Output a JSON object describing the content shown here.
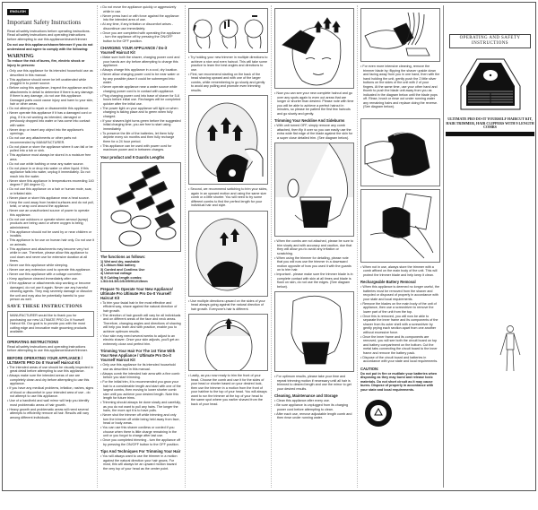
{
  "col1": {
    "lang_badge": "ENGLISH",
    "title": "Important Safety Instructions",
    "intro1": "Read all safety instructions before operating instructions. Read all safety instructions and operating instructions before attempting to use this appliance/shaver/trimmer",
    "intro2": "Do not use this appliance/shaver/trimmer if you do not understand and agree to comply with the following:",
    "warning_title": "WARNING",
    "warning_sub": "To reduce the risk of burns, fire, electric shock or injury to persons:",
    "warnings": [
      "Only use this appliance for its intended household use as described in this manual.",
      "This appliance should never be left unattended while plugged in to power source.",
      "Before using this appliance, inspect the appliance and its attachments in detail to determine if there is any damage. If there is any damage, do not use this appliance. Damaged parts could cause injury and harm to your skin, hair or other areas.",
      "Do not attempt to repair or disassemble this appliance.",
      "Never operate this appliance if it has a damaged cord or plug, if it is not working as intended, damaged or previously dropped into water or has come into contact with water.",
      "Never drop or insert any object into the appliance's openings.",
      "Do not use any attachments or other parts not recommended by MANUFACTURER.",
      "Do not place or store the appliance where it can fall or be pulled into a tub or sink.",
      "This appliance must always be stored in a moisture free area.",
      "Do not use while bathing or near any water source.",
      "Do not place in or drop into water or other liquid. If this appliance falls into water, unplug it immediately. Do not reach into the water.",
      "Never store this appliance in temperatures exceeding 140 degree F (60 degree C).",
      "Do not use this appliance on a hair or human mole, scar, or irritated skin.",
      "Never place or store this appliance near a heat source.",
      "Keep the cord away from heated surfaces and do not pull, twist, or wrap cord around the appliance.",
      "Never use an unauthorized source of power to operate this appliance.",
      "Do not use outdoors or operate where aerosol (spray) products are being used or where oxygen is being administered.",
      "This appliance should not be used by or near children or invalids.",
      "This appliance is for use on human hair only. Do not use it on animals.",
      "This appliance and attachments may become very hot while in use. Therefore, please allow this appliance to cool down and never use for extensive duration at all times.",
      "Never use this appliance while sleeping.",
      "Never use any extension cord to operate this appliance.",
      "Never use this appliance with a voltage converter.",
      "Keep appliance cleaned immediately after use.",
      "If the appliance or attachments stop working or become damaged, do not use it again. Never use any harmful cleaning agents. They may severely damage or dissolve the unit and may also be potentially harmful to your person as well."
    ],
    "save_title": "SAVE THESE INSTRUCTIONS",
    "thanks": "MANUFACTURER would like to thank you for purchasing our new ULTIMATE PRO Do It Yourself Haircut Kit. Our goal is to provide you with the most cutting edge and innovative male grooming products available.",
    "op_title": "OPERATING INSTRUCTIONS",
    "op_text": "Read all safety instructions and operating instructions before attempting to use this appliance/shaver/trimmer.",
    "before_title": "BEFORE OPERATING YOUR APPLIANCE / ULTIMATE PRO Do It Yourself Haircut Kit",
    "before_items": [
      "The intended areas of use should be visually inspected in great detail before attempting to use this appliance.",
      "Always make sure the intended areas of use are completely clean and dry before attempting to use this appliance.",
      "If you have any medical problems, irritation, rashes, signs of blood or discomfort in your intended area of use - do not attempt to use this appliance.",
      "Use of a handheld and wall mirror will help you identify most problematic areas of hair growth.",
      "Heavy growth and problematic areas will need several attempts to efficiently remove all hair. Results will vary among different individuals."
    ]
  },
  "col2": {
    "top_items": [
      "Do not move the appliance quickly or aggressively while in use.",
      "Never press hard or with force against the appliance into the intended area of use.",
      "At any time, if any irritation or discomfort arises - discontinue use immediately.",
      "Once you are completed with operating the appliance - turn the appliance off by pressing the ON/OFF button to the OFF position."
    ],
    "charging_title": "CHARGING YOUR APPLIANCE / Do-it Yourself Haircut Kit",
    "charging_items": [
      "Make sure both the shaver, charging power cord and your hands are dry before attempting to charge this appliance.",
      "Always charge this appliance in a cool, dry location.",
      "Never allow charging power cord to be near water or by any possible place it could be submerged into water.",
      "Never operate appliance near a water source while charging power cord is in contact with appliance.",
      "Plug charging power cord into base of shaver for 5-6 hours before initial use. Recharges will be completed quicker after the initial use.",
      "The power light on your appliance will light on when charging is taking place and to green when fully charged.",
      "If your shavers light turns green before the suggested initial charging time, you are free to start using immediately.",
      "To preserve the life of the batteries, let them fully deplete every six months and then fully recharge them for a 24 hour period.",
      "This appliance can be used with power cord for maximum power and in between charges."
    ],
    "guards_title": "Your product and 9 Guards Lengths",
    "functions_title": "The functions as follows:",
    "functions": [
      "1) Wet and dry, washable",
      "2) Lithium Max battery",
      "3) Corded and Cordless Use",
      "4) Universal voltage",
      "5) 9 Cutting length combs:",
      "1.5/3.0/4.5/6.0/8.5/9/9/12/15mm"
    ],
    "prepare_title": "Prepare To Operate Your New Appliance/ Ultimate Pro Ultimate Pro Do-It Yourself Haircut Kit",
    "prepare_items": [
      "To trim your facial hair in the most effective and efficient way, shave against the natural direction of hair growth.",
      "The direction of hair growth will vary for all individuals and on different areas of the face and neck areas. Therefore, changing angles and directions of shaving will help you learn and with practice, enable you to achieve optimum results.",
      "Your skin may need several weeks to adjust to an electric shaver. Once your skin adjusts, you'll get an extremely close and perfect trim."
    ],
    "trimming_title": "Trimming Your Hair For The 1st Time With Your New Appliance / Ultimate Pro Do-it Yourself Haircut Kit",
    "trimming_items": [
      "Only use this appliance for its intended household use as described in this manual.",
      "Always comb the intended hair area with a fine comb before you start trimming.",
      "For the initial trim, it is recommended you grow your hair to a considerable length and start with one of the largest combs, then moving to lower shorter comb size until you achieve your desired length. Note this length for future trims.",
      "Trimming should always be done slowly and carefully, as you do not want to pull any hairs. The longer the hairs, the more apt it is to have pulls.",
      "Never shut the trimmer off while trimming and only turn the trimmer off while being held away from face, head or body areas.",
      "You can use this shaver cordless or corded if you choose when there is little charge remaining in the unit or you forgot to charge after last use.",
      "Once you completed trimming - turn the appliance off by pressing the ON/OFF button to the OFF position."
    ],
    "tips_title": "Tips And Techniques For Trimming Your Hair",
    "tips_items": [
      "You will always want to use the trimmer in a motion against the natural direction your hair grows. For most, this will always be an upward motion toward the very top of your head as the center point."
    ]
  },
  "col3": {
    "text1": [
      "Try holding your new trimmer in multiple directions to achieve a nice and even haircut. This will take some practice to learn the best angles and directions to use.",
      "First, we recommend starting on the back of the head shaving upward and with one of the larger combs, while remembering to go slowly and gently to avoid any pulling and promote even trimming results."
    ],
    "text2": [
      "Second, we recommend switching to trim your sides, again in an upward motion and using the same size comb or a little shorter. You will need to try some different combs to find the perfect length for your individual hair and style."
    ],
    "text3": [
      "Use multiple directions upward on the sides of your head always going against the natural direction of hair growth. Everyone's hair is different."
    ],
    "text4": [
      "Lastly, as you now ready to trim the front of your head. Choose the comb and use it for the sides of your head or shorter based on your desired look, then use the trimmer in a motion from the front of your hairline to the top of your head. You will always want to run the trimmer at the top of your head to the same spot where you earlier shaved from the back of your head."
    ]
  },
  "col4": {
    "text1": [
      "Now you can see your new complete haircut and go over any spots again to even out areas that are longer or shorter than desired. Please note with time you will be able to achieve a perfect haircut in minutes, so please be patient the first few haircuts and go slowly and gently."
    ],
    "neckline_title": "Trimming Your Neckline And Sideburns",
    "neckline_items": [
      "With unit turned OFF, simply remove any comb attached, then flip it over so you can easily use the extra wide flat edge of the blade against the skin for a super close detailed trim. (See diagram below)."
    ],
    "text2": [
      "When the combs are not attached, please be sure to trim slowly and with accuracy and caution, due that they will allow you to avoid any irritation or scratching.",
      "When using the trimmer for detailing, please note that you will now use the trimmer in a downward motion opposite of how you used it with the guards on to trim hair.",
      "Important - please make sure the trimmer blade is in complete contact with skin at all times and blade is flush on skin, do not use the edges. (See diagram below)."
    ],
    "text3": [
      "For optimum results, please take your time and repeat trimming motion if necessary until all hair is trimmed to desired length and use the mirror to get your desired results."
    ],
    "cleaning_title": "Cleaning, Maintenance and Storage",
    "cleaning_items": [
      "Clean this appliance after every use.",
      "Be sure appliance is unplugged from its charging power cord before attempting to clean.",
      "After each use, remove adjustable length comb and then rinse under running water."
    ]
  },
  "col5": {
    "text1": [
      "For even more intensive cleaning, remove the trimmer blade by: flipping the shaver upside down and facing away from you in one hand, then with the hand holding the unit, gently push the 2 little silver buttons on the sides of the unit with 2 of your fingers. At the same time, use your other hand and thumb to push the blade unit away from you as indicated in the diagram below until the blade pops off. Rinse, brush or rinse out under running water any remaining hairs and replace doing the reverse. (See diagram below)."
    ],
    "text2": [
      "When not in use, always store the trimmer with a comb affixed on the main body of the unit. This will protect the trimmer blade and help keep it clean."
    ],
    "battery_title": "Rechargeable Battery Removal",
    "battery_items": [
      "When this appliance is deemed no longer useful, the batteries must be removed from the shaver and recycled or disposed of properly in accordance with your state and local requirements.",
      "Remove the blades on the main body of the unit of appliance, then use a screwdriver to remove the lower part of the unit from the top.",
      "Once this is removed, you will now be able to separate the inner frame and its components of the shaver from its outer shell with a screwdriver by gently prying each section apart from one another without excessive force.",
      "Once the inner frame and its components are removed, you will see both the circuit board on top and battery compartment on the bottom. Cut the metal tabs connecting the circuit board to the inner frame and remove the battery pack.",
      "Dispose of the circuit board and batteries in accordance with your state and local requirements."
    ],
    "caution_title": "CAUTION:",
    "caution_text": "Do not put in fire or mutilate your batteries when disposing as they may burst and release toxic materials. Do not short circuit as it may cause burns. Dispose of properly in accordance with your state and local requirements.",
    "seal_text": "RECYCLE Li-ION"
  },
  "cover": {
    "heading": "OPERATING AND SAFETY INSTRUCTIONS",
    "product_title": "ULTIMATE PRO DO-IT YOURSELF HAIRCUT KIT, HAIR TRIMMER, HAIR CLIPPERS WITH 9 LENGTH COMBS"
  }
}
